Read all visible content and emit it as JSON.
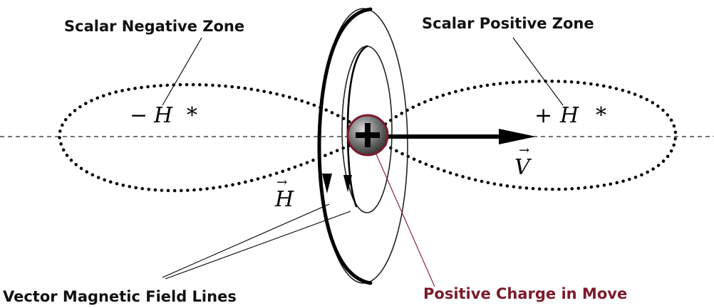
{
  "labels": {
    "negative_zone": "Scalar Negative Zone",
    "positive_zone": "Scalar Positive Zone",
    "field_lines": "Vector Magnetic Field Lines",
    "charge": "Positive Charge in Move"
  },
  "math": {
    "neg_sign": "−",
    "pos_sign": "+",
    "h_symbol": "H",
    "star": "*",
    "h_vector": "H",
    "v_vector": "V",
    "vector_arrow": "→"
  },
  "colors": {
    "charge_fill": "#6b6b6b",
    "charge_ring": "#7b1a2a",
    "charge_label": "#7b1a2a",
    "ink": "#000000"
  }
}
